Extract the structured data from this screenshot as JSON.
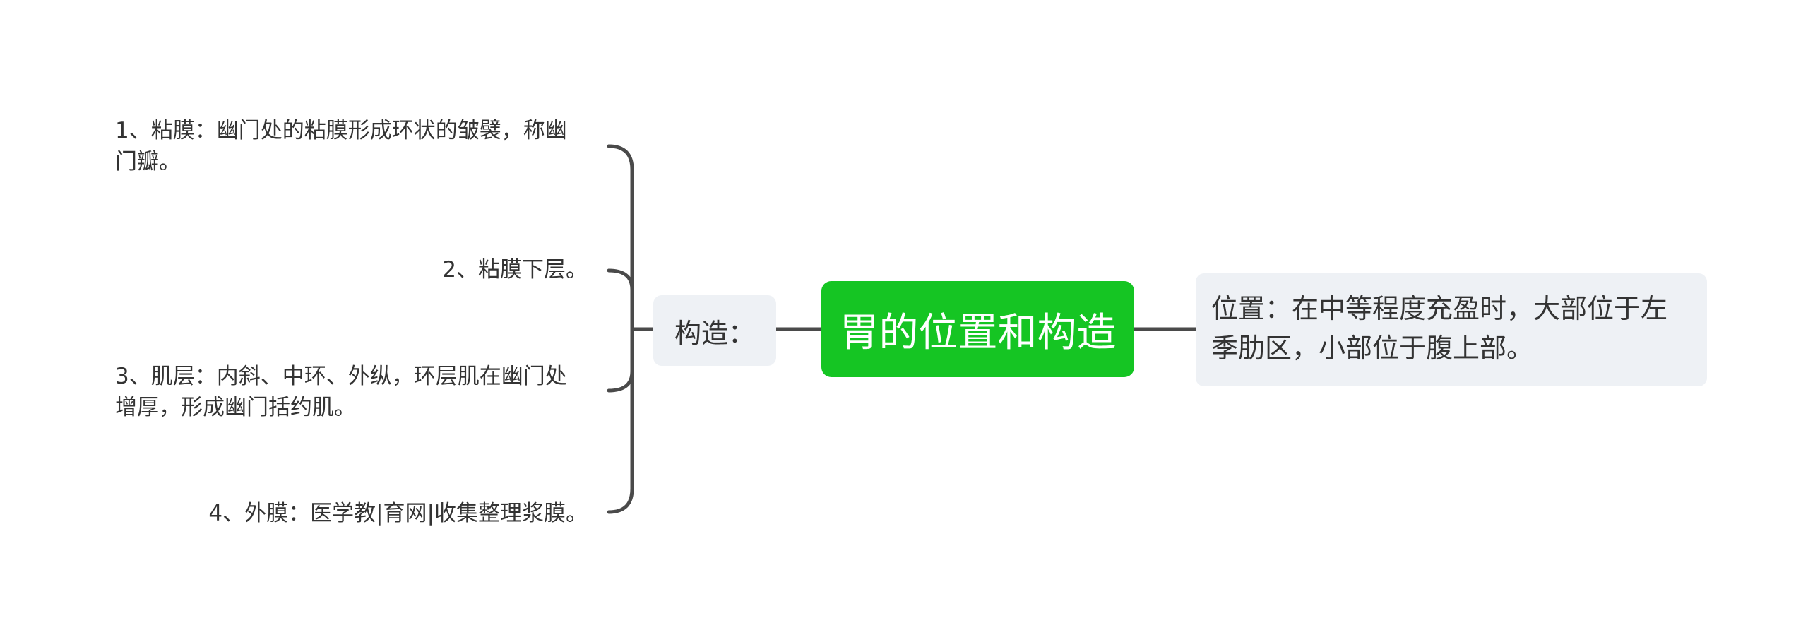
{
  "mindmap": {
    "center": "胃的位置和构造",
    "branch_structure": "构造：",
    "branch_position": "位置：在中等程度充盈时，大部位于左季肋区，小部位于腹上部。",
    "leaves": [
      "1、粘膜：幽门处的粘膜形成环状的皱襞，称幽门瓣。",
      "2、粘膜下层。",
      "3、肌层：内斜、中环、外纵，环层肌在幽门处增厚，形成幽门括约肌。",
      "4、外膜：医学教|育网|收集整理浆膜。"
    ]
  },
  "colors": {
    "center_bg": "#15c523",
    "branch_bg": "#eef1f5",
    "connector": "#4a4a4a",
    "text": "#333333"
  }
}
